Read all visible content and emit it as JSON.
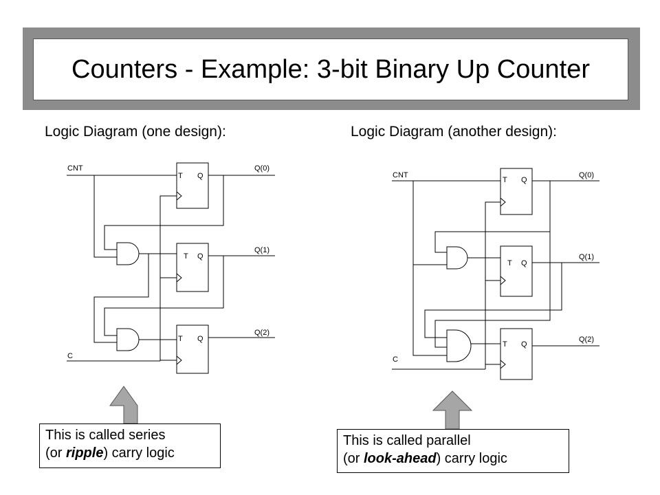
{
  "title": "Counters - Example: 3-bit Binary Up Counter",
  "captions": {
    "left": "Logic Diagram (one design):",
    "right": "Logic Diagram (another design):"
  },
  "left_diagram": {
    "input_top": "CNT",
    "input_bottom": "C",
    "ff_t": "T",
    "ff_q": "Q",
    "outputs": [
      "Q(0)",
      "Q(1)",
      "Q(2)"
    ]
  },
  "right_diagram": {
    "input_top": "CNT",
    "input_bottom": "C",
    "ff_t": "T",
    "ff_q": "Q",
    "outputs": [
      "Q(0)",
      "Q(1)",
      "Q(2)"
    ]
  },
  "notes": {
    "left": {
      "line1": "This is called series",
      "line2_pre": "(or ",
      "line2_em": "ripple",
      "line2_post": ") carry logic"
    },
    "right": {
      "line1": "This is called parallel",
      "line2_pre": "(or ",
      "line2_em": "look-ahead",
      "line2_post": ") carry logic"
    }
  },
  "colors": {
    "arrow_fill": "#a6a6a6",
    "title_shadow": "#8c8c8c"
  }
}
